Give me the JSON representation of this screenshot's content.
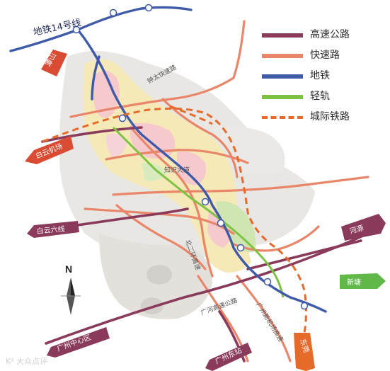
{
  "legend": {
    "items": [
      {
        "label": "高速公路",
        "color": "#8a3a5a",
        "style": "solid"
      },
      {
        "label": "快速路",
        "color": "#e9866a",
        "style": "solid"
      },
      {
        "label": "地铁",
        "color": "#3f5aa8",
        "style": "solid"
      },
      {
        "label": "轻轨",
        "color": "#7ec242",
        "style": "solid"
      },
      {
        "label": "城际铁路",
        "color": "#e66a2a",
        "style": "dashed"
      }
    ]
  },
  "map": {
    "metro_line_label": "地铁14号线",
    "north_label": "N",
    "road_labels": {
      "shenshan_fast": "钟太快速路",
      "zhixing_road": "知识大道",
      "guanghe_highway": "广河高速公路",
      "ring_highway": "北二环高速",
      "shunlong": "广州新机场高速"
    },
    "destinations": {
      "tanshan": "潭山",
      "baiyun_airport": "白云机场",
      "baiyun_line6": "白云六线",
      "heyuan": "河源",
      "xintang": "新塘",
      "guangzhou_center": "广州中心区",
      "guangzhou_east": "广州东站",
      "dongguan": "东莞"
    },
    "colors": {
      "urban_fill": "#f5e9b8",
      "district_fill": "#f6c9cc",
      "green_fill": "#cfe6b2",
      "terrain_fill": "#e8e6e3"
    }
  },
  "watermark": "K² 大众点评"
}
